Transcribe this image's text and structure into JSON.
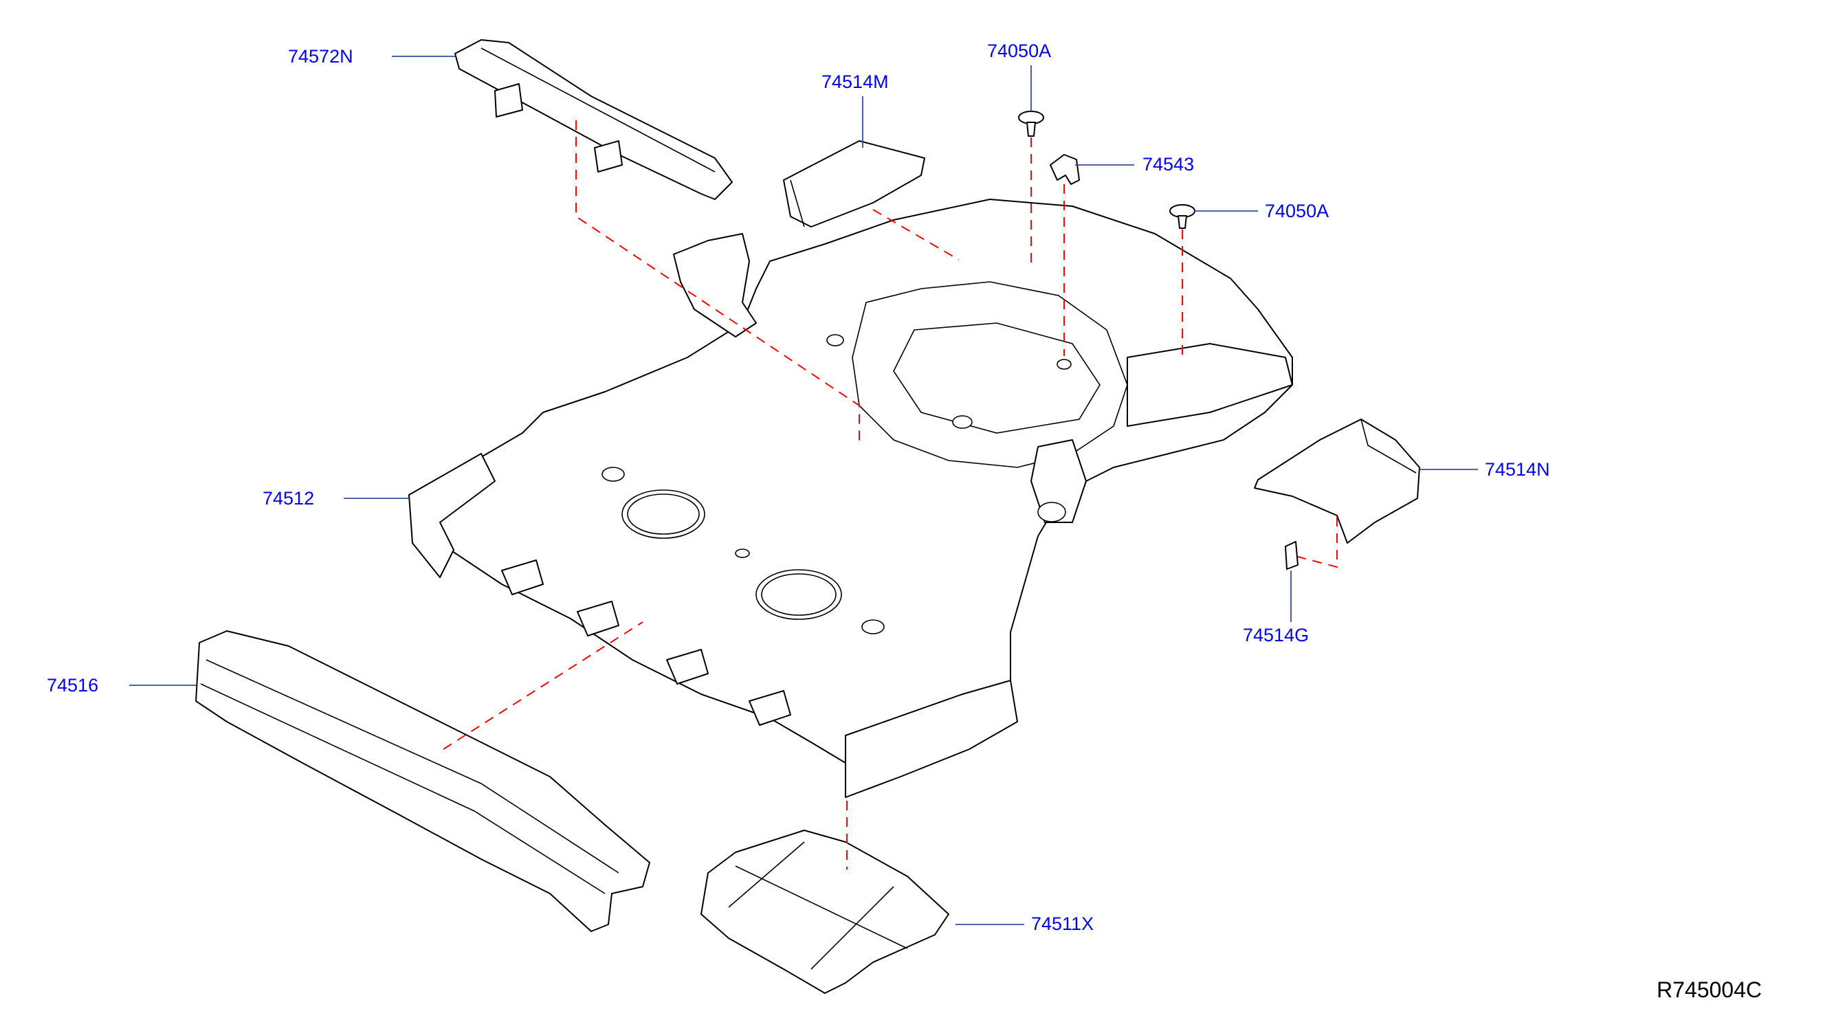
{
  "diagram": {
    "reference_code": "R745004C",
    "colors": {
      "label": "#0000ee",
      "leader": "#2f4f9f",
      "hidden_line": "#ff0000",
      "outline": "#000000"
    },
    "callouts": {
      "c74572N": "74572N",
      "c74514M": "74514M",
      "c74050A_top": "74050A",
      "c74543": "74543",
      "c74050A_right": "74050A",
      "c74512": "74512",
      "c74514N": "74514N",
      "c74514G": "74514G",
      "c74516": "74516",
      "c74511X": "74511X"
    }
  }
}
